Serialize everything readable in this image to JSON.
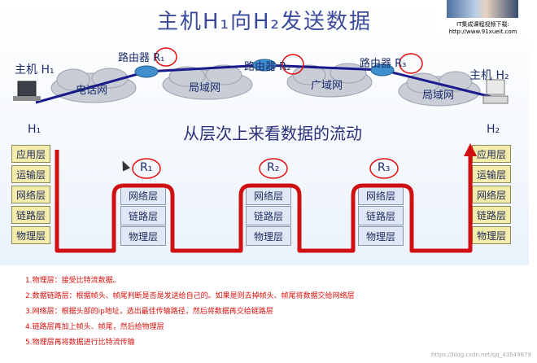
{
  "slide": {
    "title": "主机H₁向H₂发送数据",
    "subtitle": "从层次上来看数据的流动"
  },
  "presenter": {
    "line1": "IT集成课程视频下载:",
    "line2": "http://www.91xueit.com"
  },
  "topology": {
    "host1": "主机 H₁",
    "host2": "主机 H₂",
    "routers": [
      "路由器 R₁",
      "路由器 R₂",
      "路由器 R₃"
    ],
    "networks": [
      "电话网",
      "局域网",
      "广域网",
      "局域网"
    ]
  },
  "stacks": {
    "h1_label": "H₁",
    "h2_label": "H₂",
    "host_layers": [
      "应用层",
      "运输层",
      "网络层",
      "链路层",
      "物理层"
    ],
    "router_labels": [
      "R₁",
      "R₂",
      "R₃"
    ],
    "router_layers": [
      "网络层",
      "链路层",
      "物理层"
    ]
  },
  "notes": [
    "1.物理层：接受比特流数据。",
    "2.数据链路层：根据帧头、帧尾判断是否是发送给自己的。如果是则去掉帧头、帧尾将数据交给网络层",
    "3.网络层：根据头部的ip地址，选出最佳传输路径，然后将数据再交给链路层",
    "4.链路层再加上帧头、帧尾，然后给物理层",
    "5.物理层再将数据进行比特流传输"
  ],
  "watermark": "https://blog.csdn.net/qq_43549679",
  "colors": {
    "title": "#3b4a9a",
    "flow": "#d01010",
    "host_layer": "#f4ecaa",
    "router_layer": "#dfe8f4",
    "notes": "#d8120c"
  }
}
